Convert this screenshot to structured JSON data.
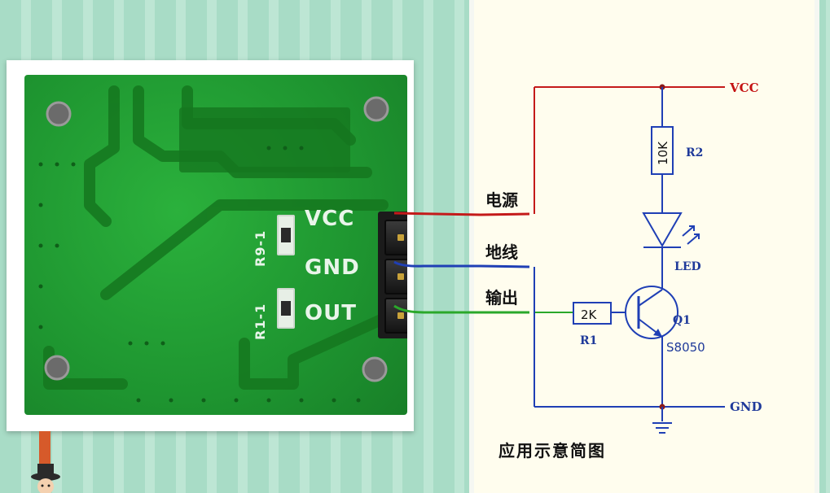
{
  "pcb": {
    "pin_labels": {
      "vcc": "VCC",
      "gnd": "GND",
      "out": "OUT"
    },
    "ref_labels": {
      "r9": "R9-1",
      "r1": "R1-1"
    }
  },
  "wires": {
    "vcc_label": "电源",
    "gnd_label": "地线",
    "out_label": "输出",
    "colors": {
      "vcc": "#c41a1a",
      "gnd": "#1f3fb5",
      "out": "#2aa82a"
    }
  },
  "schematic": {
    "vcc_net": "VCC",
    "gnd_net": "GND",
    "r2_value": "10K",
    "r2_ref": "R2",
    "led_ref": "LED",
    "r1_value": "2K",
    "r1_ref": "R1",
    "q1_ref": "Q1",
    "q1_part": "S8050",
    "caption": "应用示意简图"
  }
}
